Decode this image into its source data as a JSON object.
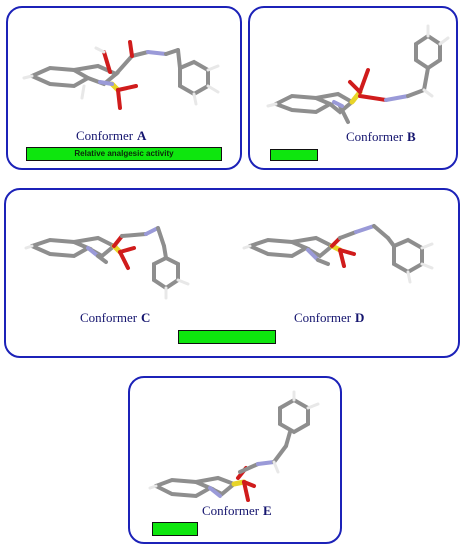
{
  "colors": {
    "frame": "#1c22b8",
    "bar": "#0ee60e",
    "caption_text": "#14146e",
    "carbon": "#8e8e8e",
    "hydrogen": "#e8e8e8",
    "sulfur": "#e8d428",
    "oxygen": "#d01c1c",
    "nitrogen": "#9a9ad8"
  },
  "conformers": {
    "A": {
      "prefix": "Conformer",
      "letter": "A"
    },
    "B": {
      "prefix": "Conformer",
      "letter": "B"
    },
    "C": {
      "prefix": "Conformer",
      "letter": "C"
    },
    "D": {
      "prefix": "Conformer",
      "letter": "D"
    },
    "E": {
      "prefix": "Conformer",
      "letter": "E"
    }
  },
  "legend": {
    "activity_label": "Relative analgesic activity"
  },
  "activity": {
    "A": 0.56,
    "B": 0.14,
    "CD": 0.27,
    "E": 0.13
  }
}
